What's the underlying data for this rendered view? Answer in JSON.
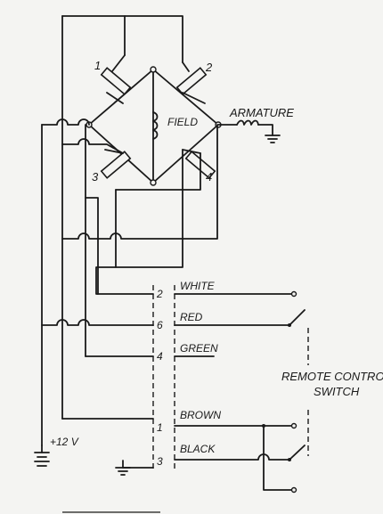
{
  "labels": {
    "solenoid_1": "1",
    "solenoid_2": "2",
    "solenoid_3": "3",
    "solenoid_4": "4",
    "field": "FIELD",
    "armature": "ARMATURE",
    "battery": "+12 V",
    "remote_switch_line1": "REMOTE CONTROL",
    "remote_switch_line2": "SWITCH"
  },
  "connector_pins": [
    {
      "pin": "2",
      "wire": "WHITE"
    },
    {
      "pin": "6",
      "wire": "RED"
    },
    {
      "pin": "4",
      "wire": "GREEN"
    },
    {
      "pin": "1",
      "wire": "BROWN"
    },
    {
      "pin": "3",
      "wire": "BLACK"
    }
  ]
}
